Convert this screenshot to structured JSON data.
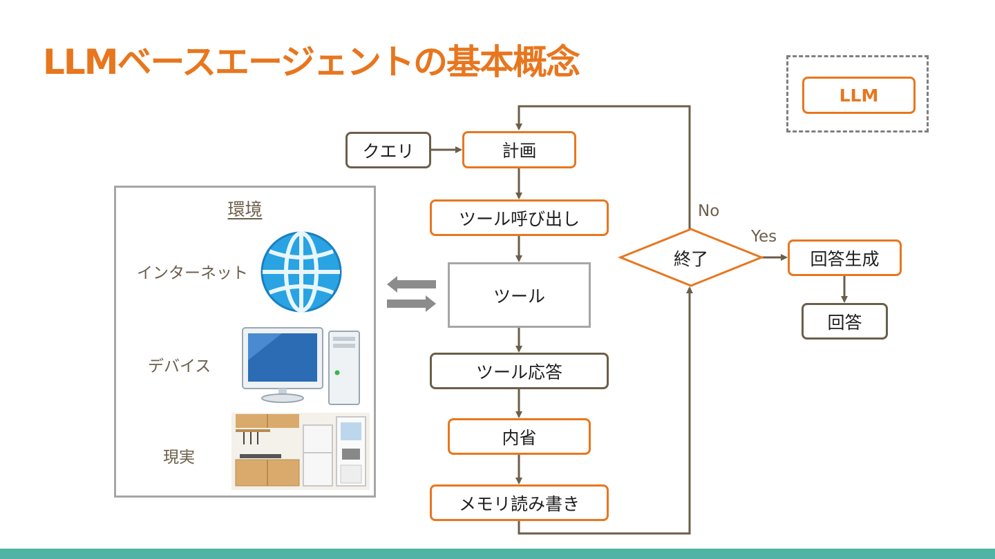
{
  "title": "LLMベースエージェントの基本概念",
  "legend": {
    "llm": "LLM"
  },
  "environment": {
    "title": "環境",
    "items": [
      {
        "label": "インターネット",
        "icon": "globe-icon"
      },
      {
        "label": "デバイス",
        "icon": "computer-icon"
      },
      {
        "label": "現実",
        "icon": "kitchen-icon"
      }
    ]
  },
  "flow": {
    "query": "クエリ",
    "plan": "計画",
    "tool_call": "ツール呼び出し",
    "tool": "ツール",
    "tool_response": "ツール応答",
    "reflection": "内省",
    "memory": "メモリ読み書き",
    "end": "終了",
    "no": "No",
    "yes": "Yes",
    "generate": "回答生成",
    "answer": "回答"
  },
  "colors": {
    "llm": "#e8761e",
    "other": "#6b5e4a",
    "tool": "#a6a6a6",
    "footer": "#4fb3a5"
  }
}
